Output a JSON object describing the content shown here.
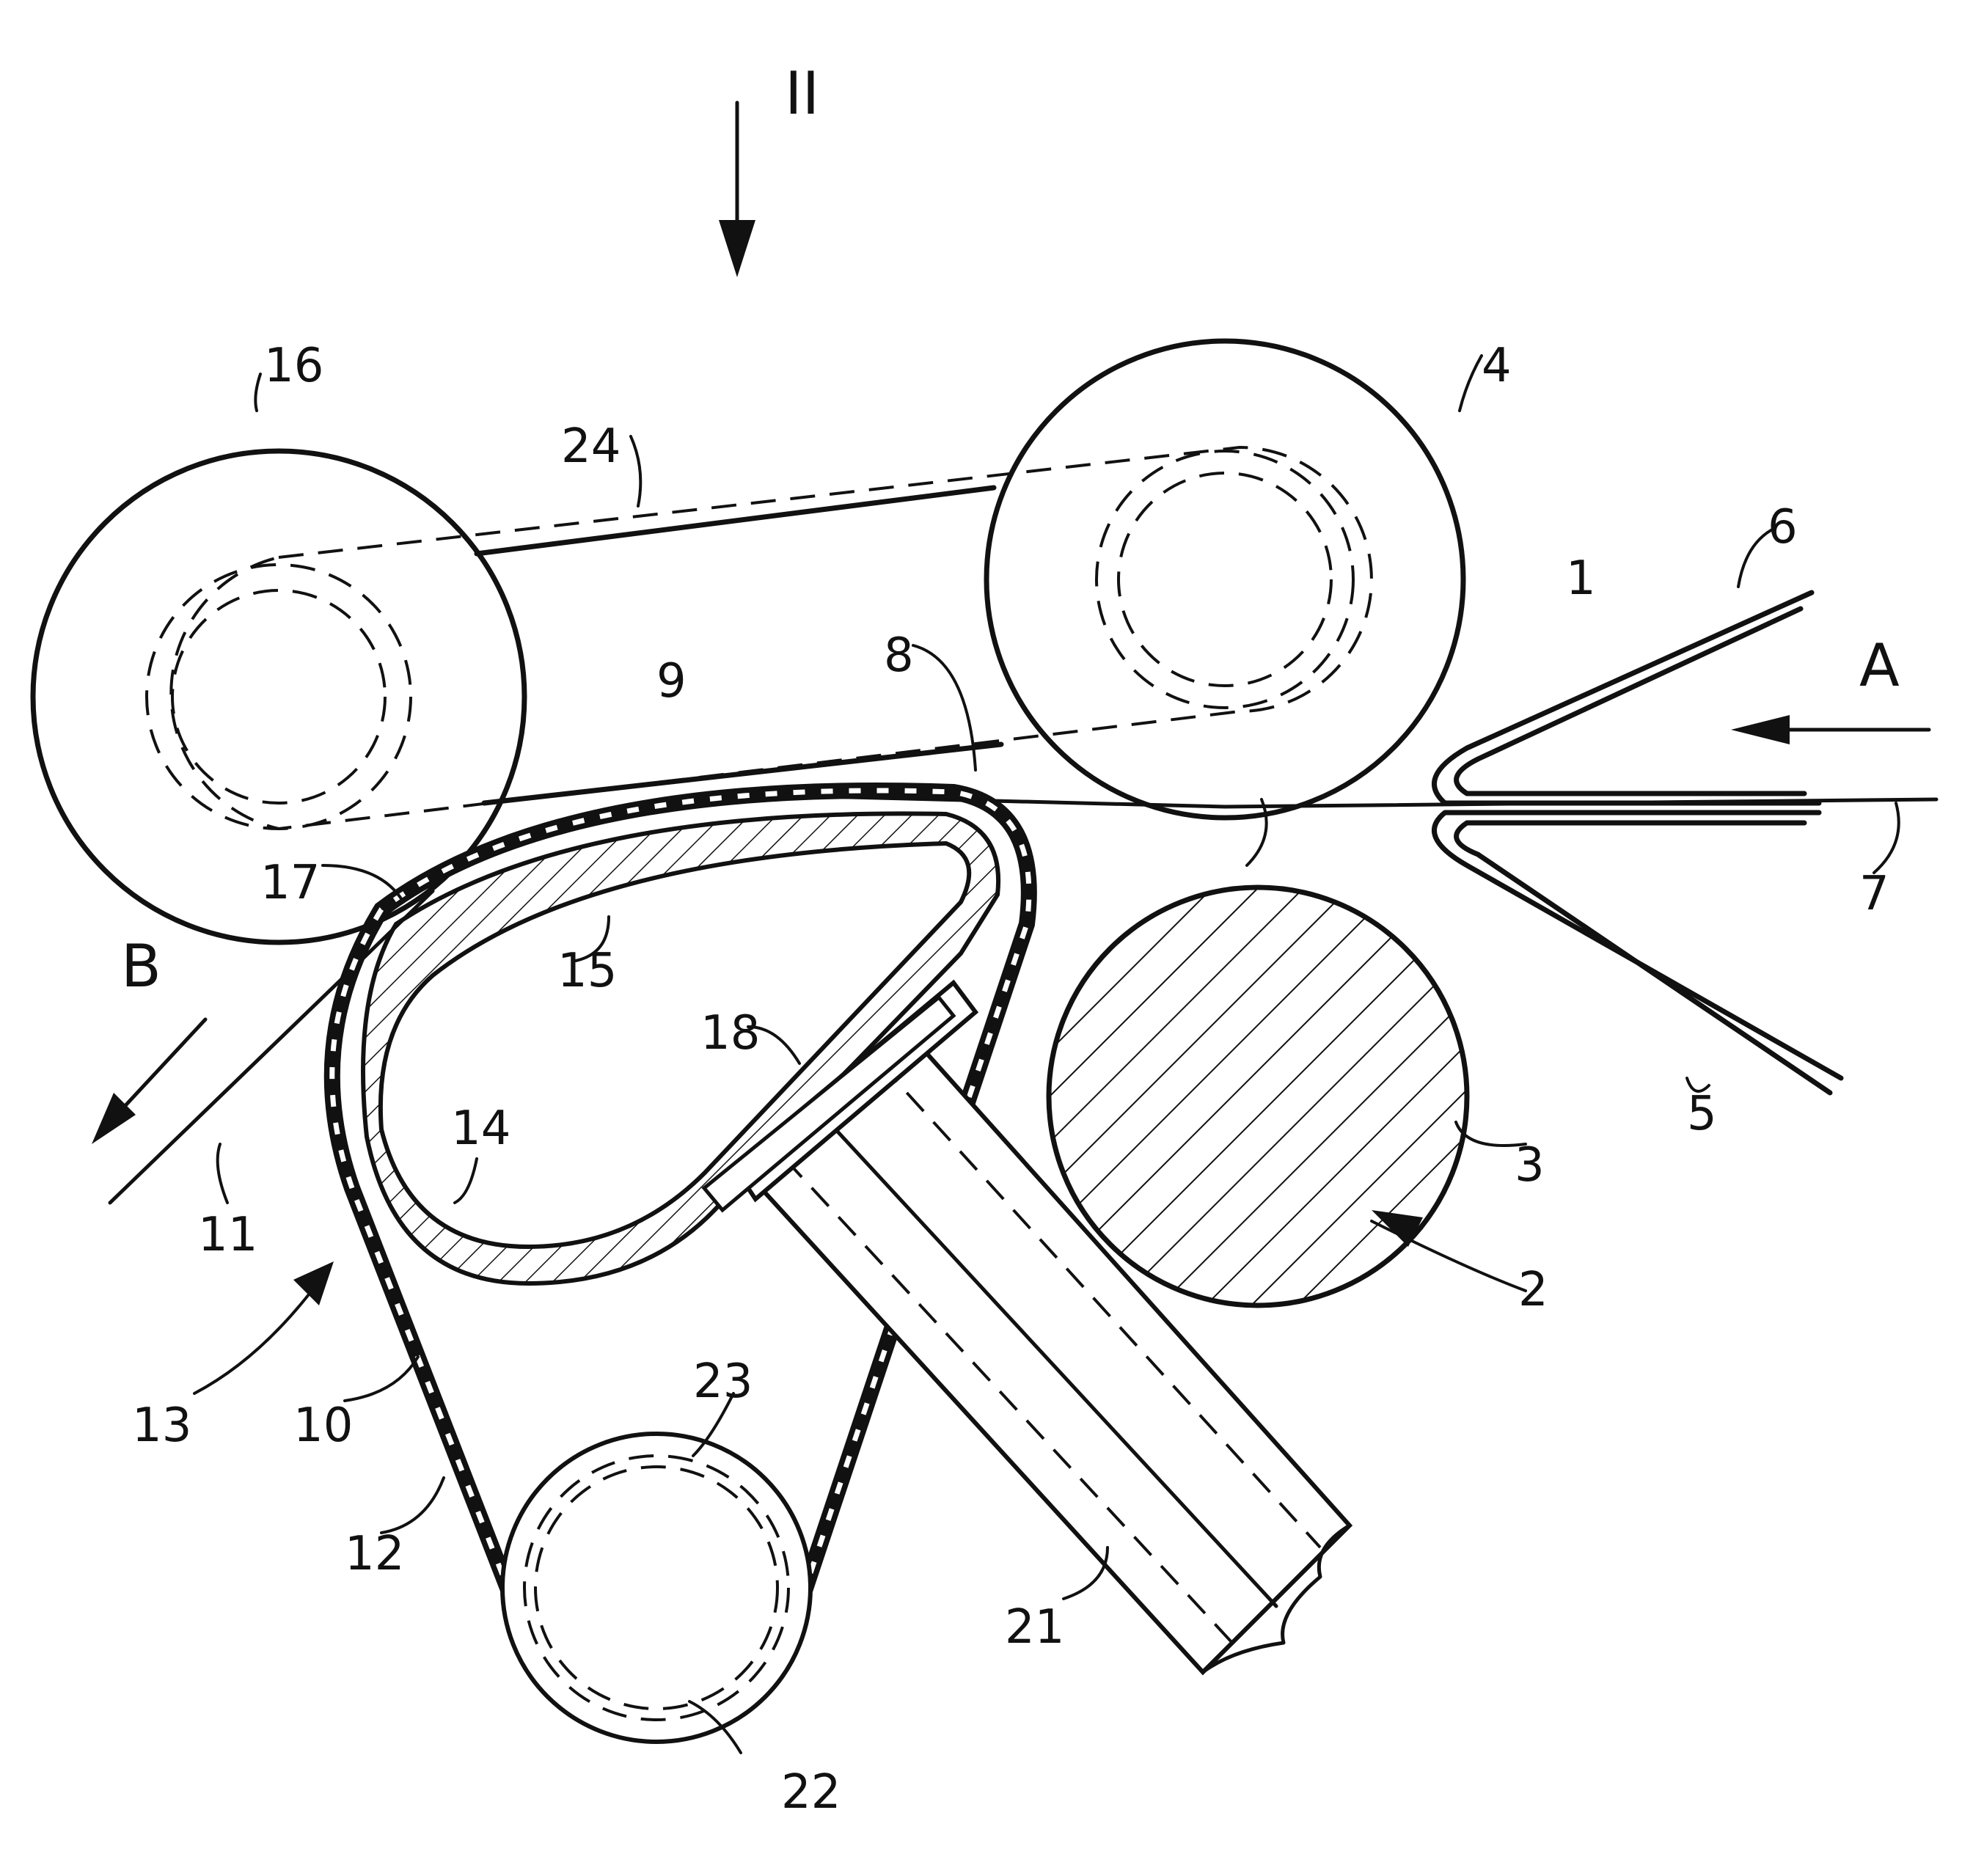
{
  "figure": {
    "view_label": "II",
    "arrow_a_label": "A",
    "arrow_b_label": "B",
    "references": {
      "r1": "1",
      "r2": "2",
      "r3": "3",
      "r4": "4",
      "r5": "5",
      "r6": "6",
      "r7": "7",
      "r8": "8",
      "r9": "9",
      "r10": "10",
      "r11": "11",
      "r12": "12",
      "r13": "13",
      "r14": "14",
      "r15": "15",
      "r16": "16",
      "r17": "17",
      "r18": "18",
      "r21": "21",
      "r22": "22",
      "r23": "23",
      "r24": "24"
    }
  }
}
